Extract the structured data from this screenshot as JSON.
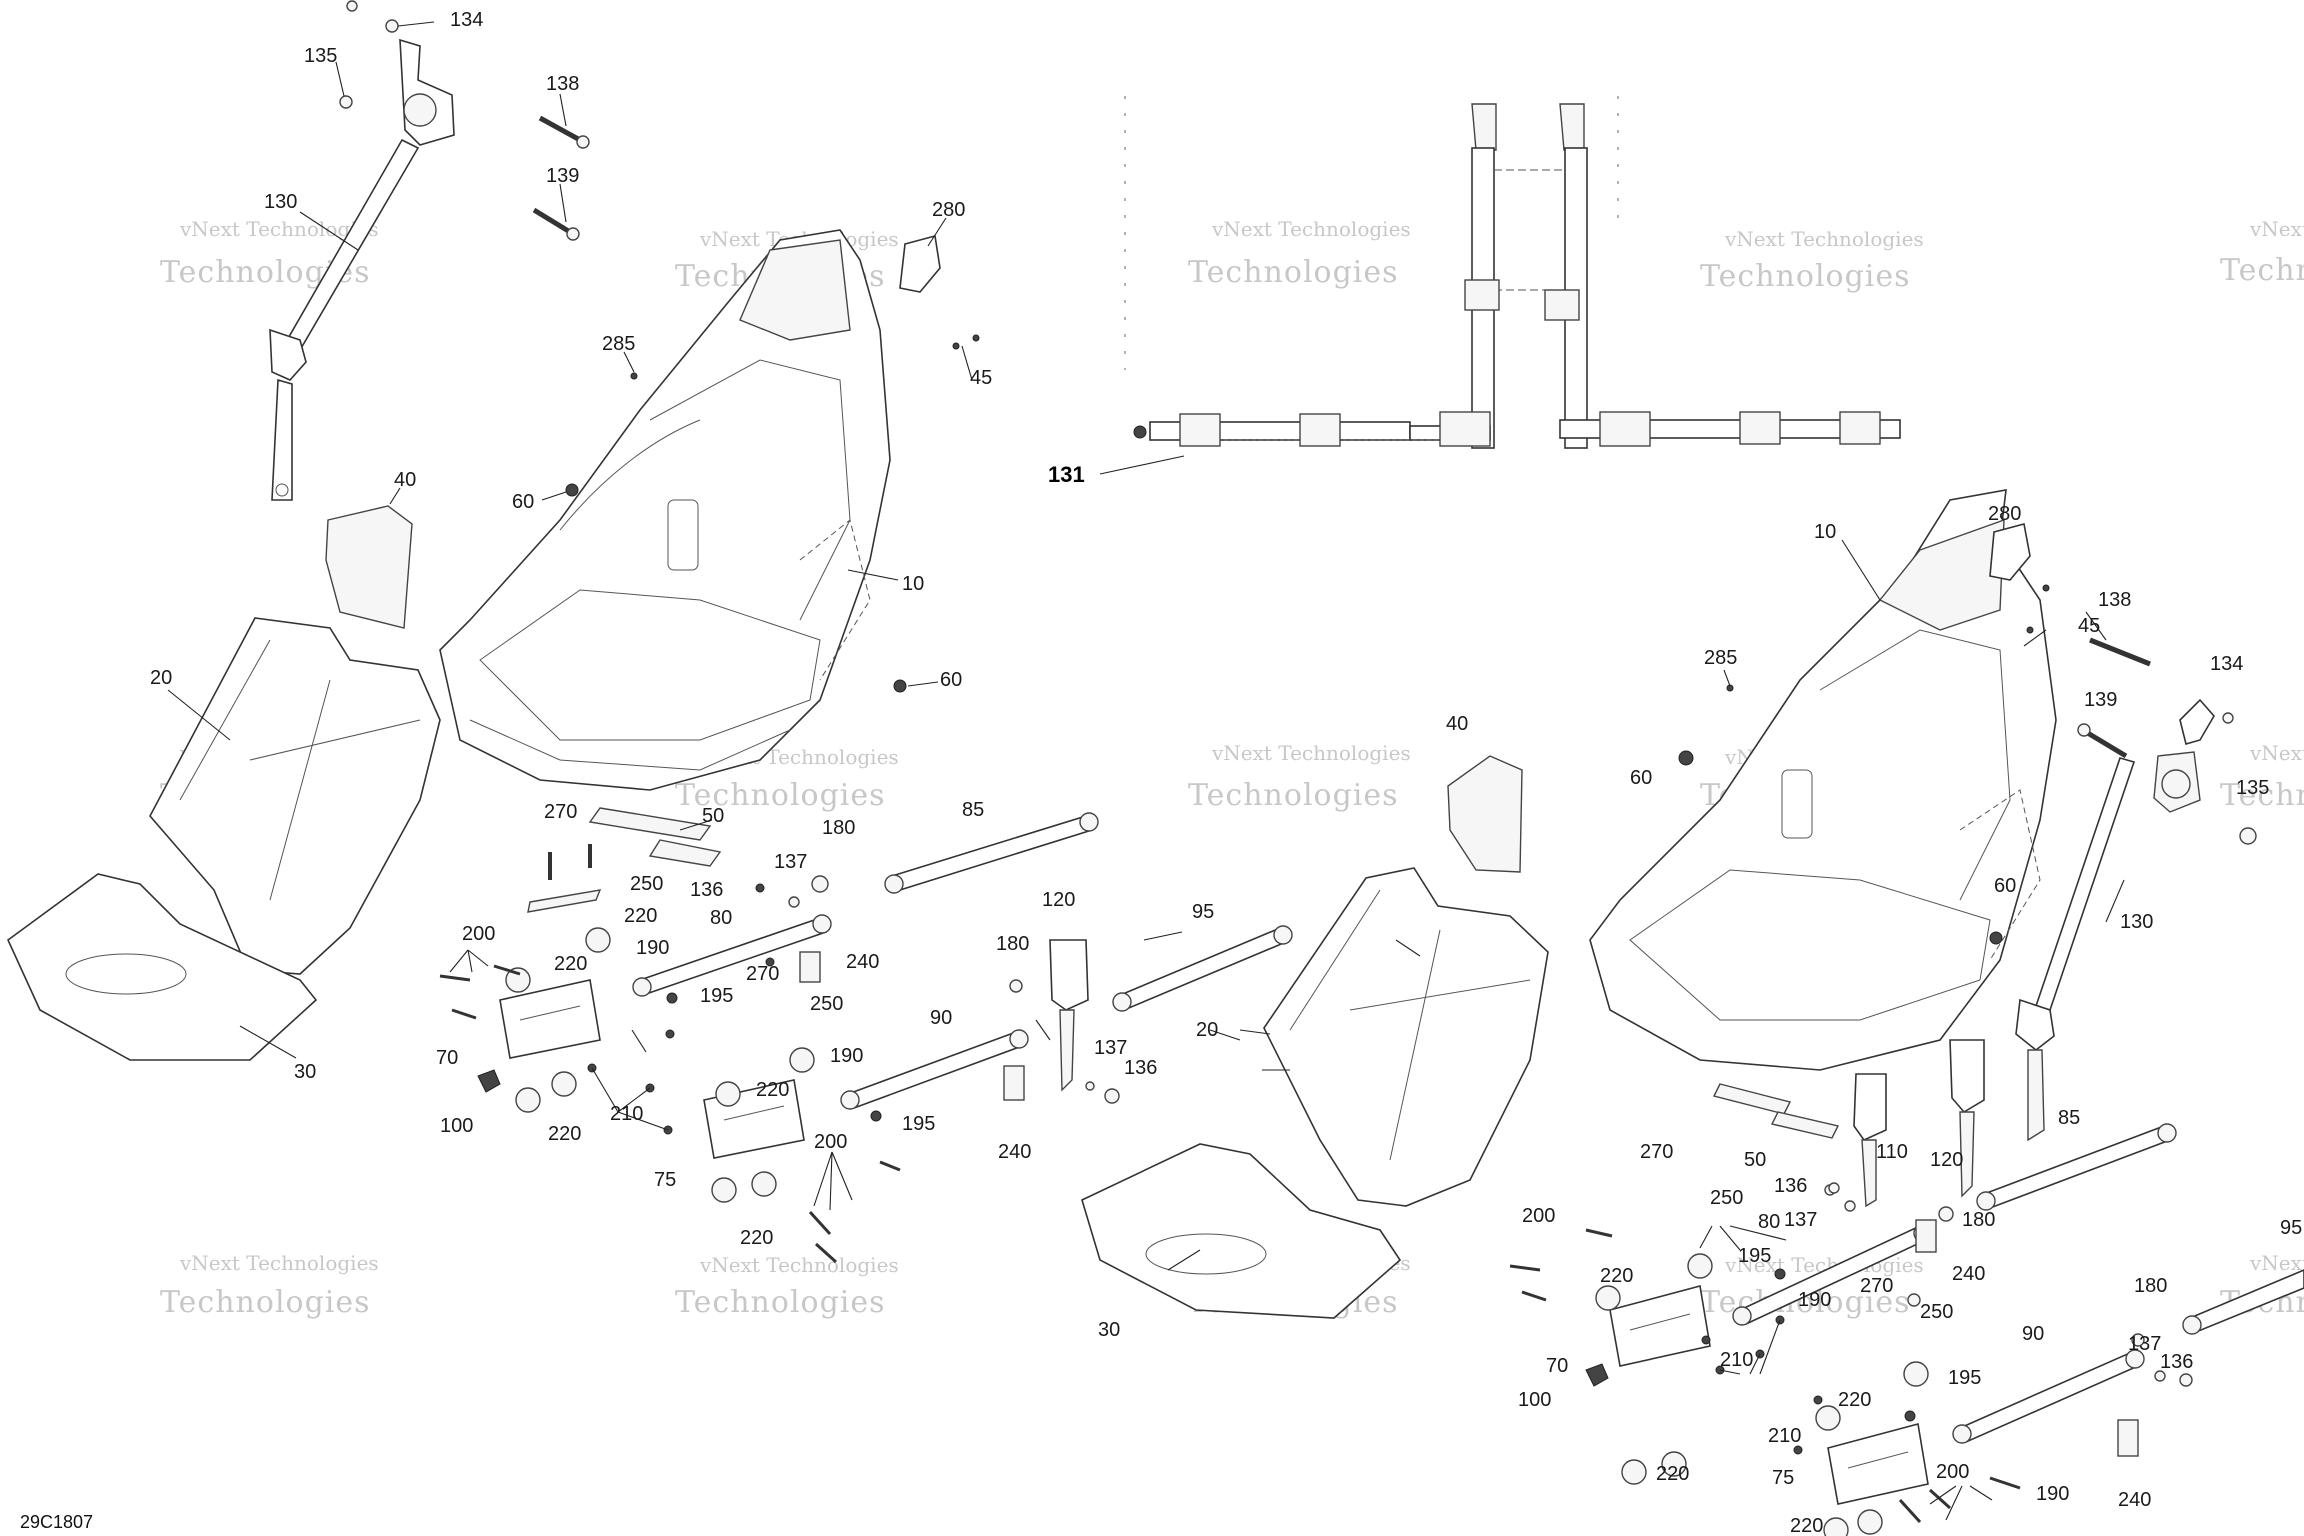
{
  "document_id": "29C1807",
  "watermark": {
    "line1": "vNext Technologies",
    "line2": "Technologies"
  },
  "callouts": {
    "l134": "134",
    "l135": "135",
    "l138": "138",
    "l139": "139",
    "l130": "130",
    "l280": "280",
    "l45": "45",
    "l285": "285",
    "l40": "40",
    "l60a": "60",
    "l10": "10",
    "l60b": "60",
    "l20": "20",
    "l30": "30",
    "l270a": "270",
    "l50": "50",
    "l180a": "180",
    "l137a": "137",
    "l136a": "136",
    "l250a": "250",
    "l85": "85",
    "l200a": "200",
    "l220a": "220",
    "l190a": "190",
    "l80": "80",
    "l220b": "220",
    "l195a": "195",
    "l240a": "240",
    "l270b": "270",
    "l250b": "250",
    "l70": "70",
    "l100": "100",
    "l210a": "210",
    "l220c": "220",
    "l220d": "220",
    "l190b": "190",
    "l75": "75",
    "l195b": "195",
    "l200b": "200",
    "l220e": "220",
    "l180b": "180",
    "l120a": "120",
    "l95": "95",
    "l90": "90",
    "l137b": "137",
    "l136b": "136",
    "l240b": "240",
    "l131": "131",
    "r280": "280",
    "r10": "10",
    "r45": "45",
    "r138": "138",
    "r285": "285",
    "r134": "134",
    "r139": "139",
    "r40": "40",
    "r60a": "60",
    "r135": "135",
    "r60b": "60",
    "r130": "130",
    "r20": "20",
    "r85": "85",
    "r50": "50",
    "r110": "110",
    "r120": "120",
    "r270": "270",
    "r250a": "250",
    "r136a": "136",
    "r137a": "137",
    "r180a": "180",
    "r200a": "200",
    "r80": "80",
    "r195a": "195",
    "r220a": "220",
    "r190a": "190",
    "r240a": "240",
    "r270b": "270",
    "r250b": "250",
    "r30": "30",
    "r70": "70",
    "r210a": "210",
    "r100": "100",
    "r220b": "220",
    "r210b": "210",
    "r90": "90",
    "r195b": "195",
    "r180b": "180",
    "r137b": "137",
    "r136b": "136",
    "r95": "95",
    "r220c": "220",
    "r75": "75",
    "r200b": "200",
    "r190b": "190",
    "r240b": "240",
    "r220d": "220"
  }
}
